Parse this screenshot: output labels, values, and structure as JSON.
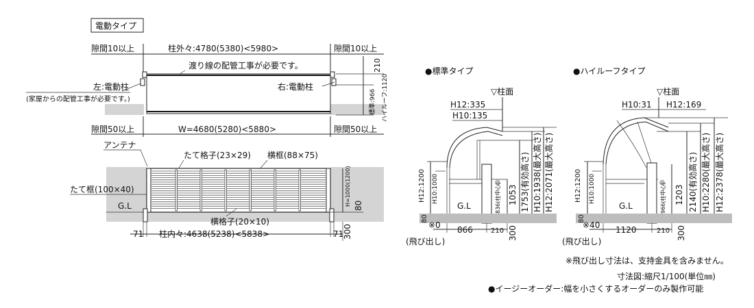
{
  "type_label": "電動タイプ",
  "top_view": {
    "gap_left_top": "隙間10以上",
    "gap_right_top": "隙間10以上",
    "outer_width": "柱外々:4780(5380)<5980>",
    "wiring_note": "渡り線の配管工事が必要です。",
    "left_post": "左:電動柱",
    "left_post_note": "(家屋からの配管工事が必要です。)",
    "right_post": "右:電動柱",
    "dim_210": "210",
    "dim_standard": "標準:966",
    "dim_highroof": "ハイルーフ:1120",
    "gap_left_bottom": "隙間50以上",
    "gap_right_bottom": "隙間50以上",
    "width": "W=4680(5280)<5880>"
  },
  "front_view": {
    "antenna": "アンテナ",
    "vertical_lattice": "たて格子(23×29)",
    "horizontal_frame": "横框(88×75)",
    "vertical_frame": "たて框(100×40)",
    "gl": "G.L",
    "h_label": "H=1000(1200)",
    "dim_80": "80",
    "horizontal_lattice": "横格子(20×10)",
    "dim_71_left": "71",
    "dim_71_right": "71",
    "inner_width": "柱内々:4638(5238)<5838>",
    "dim_300": "300"
  },
  "standard": {
    "title": "●標準タイプ",
    "post_face": "▽柱面",
    "h12": "H12:335",
    "h10": "H10:135",
    "h12_1200": "H12:1200",
    "h10_1000": "H10:1000",
    "gl": "G.L",
    "dim_80": "80",
    "mark_0": "※0",
    "dim_866": "866",
    "dim_210": "210",
    "dim_300": "300",
    "tobidashi": "(飛び出し)",
    "pole_center": "836(柱中心)",
    "dim_1053": "1053",
    "effective_height": "1753(有効高さ)",
    "h10_max": "H10:1938(最大高さ)",
    "h12_max": "H12:2071(最大高さ)"
  },
  "highroof": {
    "title": "●ハイルーフタイプ",
    "post_face": "▽柱面",
    "h10": "H10:31",
    "h12": "H12:169",
    "h12_1200": "H12:1200",
    "h10_1000": "H10:1000",
    "gl": "G.L",
    "dim_80": "80",
    "mark_40": "※40",
    "dim_1120": "1120",
    "dim_210": "210",
    "dim_300": "300",
    "tobidashi": "(飛び出し)",
    "pole_center": "966(柱中心)",
    "dim_1203": "1203",
    "effective_height": "2140(有効高さ)",
    "h10_max": "H10:2280(最大高さ)",
    "h12_max": "H12:2378(最大高さ)"
  },
  "notes": {
    "note1": "※飛び出し寸法は、支持金具を含みません。",
    "note2": "寸法図:縮尺1/100(単位㎜)",
    "note3": "●イージーオーダー:幅を小さくするオーダーのみ製作可能"
  }
}
